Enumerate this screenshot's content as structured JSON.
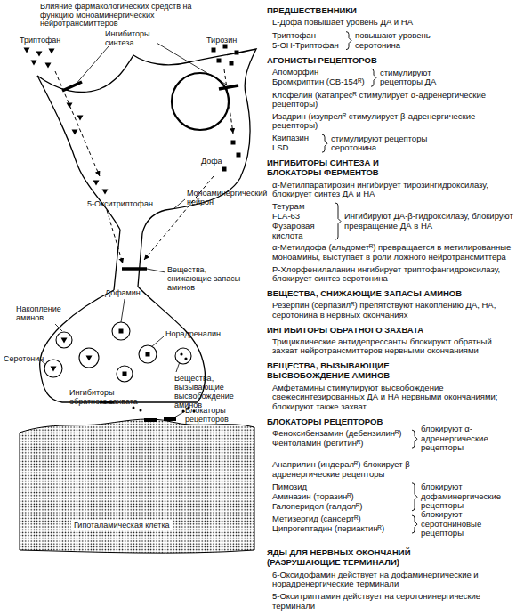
{
  "diagram": {
    "title": "Влияние фармакологических средств на функцию моноаминергических нейротрансмиттеров",
    "nodes": [
      {
        "text": [
          "Гипоталамическая клетка"
        ]
      }
    ],
    "labels": [
      "Триптофан",
      "Ингибиторы синтеза",
      "Тирозин",
      "Дофа",
      "Моноаминергический нейрон",
      "5-Окситриптофан",
      "Вещества, снижающие запасы аминов",
      "Дофамин",
      "Накопление аминов",
      "Норадреналин",
      "Серотонин",
      "Вещества, вызывающие высвобождение аминов",
      "Ингибиторы обратного захвата",
      "Блокаторы рецепторов",
      "ПРЕДШЕСТВЕННИКИ",
      "L-Дофа повышает уровень ДА и НА",
      "Триптофан",
      "5-ОН-Триптофан",
      "повышают уровень серотонина",
      "АГОНИСТЫ РЕЦЕПТОРОВ",
      "Апоморфин",
      "Бромкриптин (СВ-154ᴿ)",
      "стимулируют рецепторы ДА",
      "Клофелин (катапресᴿ стимулирует α-адренергические рецепторы)",
      "Изадрин (изупрелᴿ стимулирует β-адренергические рецепторы)",
      "Квипазин",
      "LSD",
      "стимулируют рецепторы серотонина",
      "ИНГИБИТОРЫ СИНТЕЗА И БЛОКАТОРЫ ФЕРМЕНТОВ",
      "α-Метилпаратирозин ингибирует тирозингидроксилазу, блокирует синтез ДА и НА",
      "Тетурам",
      "FLA-63",
      "Фузаровая кислота",
      "Ингибируют ДА-β-гидроксилазу, блокируют превращение ДА в НА",
      "α-Метилдофа (альдометᴿ) превращается в метилированные моноамины, выступает в роли ложного нейротрансмиттера",
      "Р-Хлорфенилаланин ингибирует триптофангидроксилазу, блокирует синтез серотонина",
      "ВЕЩЕСТВА, СНИЖАЮЩИЕ ЗАПАСЫ АМИНОВ",
      "Резерпин (серпазилᴿ) препятствуют накоплению ДА, НА, серотонина в нервных окончаниях",
      "ИНГИБИТОРЫ ОБРАТНОГО ЗАХВАТА",
      "Трициклические антидепрессанты блокируют обратный захват нейротрансмиттеров нервными окончаниями",
      "ВЕЩЕСТВА, ВЫЗЫВАЮЩИЕ ВЫСВОБОЖДЕНИЕ АМИНОВ",
      "Амфетамины стимулируют высвобождение свежесинтезированных ДА и НА нервными окончаниями; блокируют также захват",
      "БЛОКАТОРЫ РЕЦЕПТОРОВ",
      "Феноксибензамин (дебензилинᴿ)",
      "Фентоламин (регитинᴿ)",
      "блокируют α-адренергические рецепторы",
      "Анаприлин (индералᴿ) блокирует β-адренергические рецепторы",
      "Пимозид",
      "Аминазин (торазинᴿ)",
      "Галоперидол (галдолᴿ)",
      "блокируют дофаминергические рецепторы",
      "Метизергид (сансертᴿ)",
      "Ципрогептадин (периактинᴿ)",
      "блокируют серотониновые рецепторы",
      "ЯДЫ ДЛЯ НЕРВНЫХ ОКОНЧАНИЙ (РАЗРУШАЮЩИЕ ТЕРМИНАЛИ)",
      "6-Оксидофамин действует на дофаминергические и норадренергические терминали",
      "5-Окситриптамин действует на серотонинергические терминали"
    ]
  }
}
